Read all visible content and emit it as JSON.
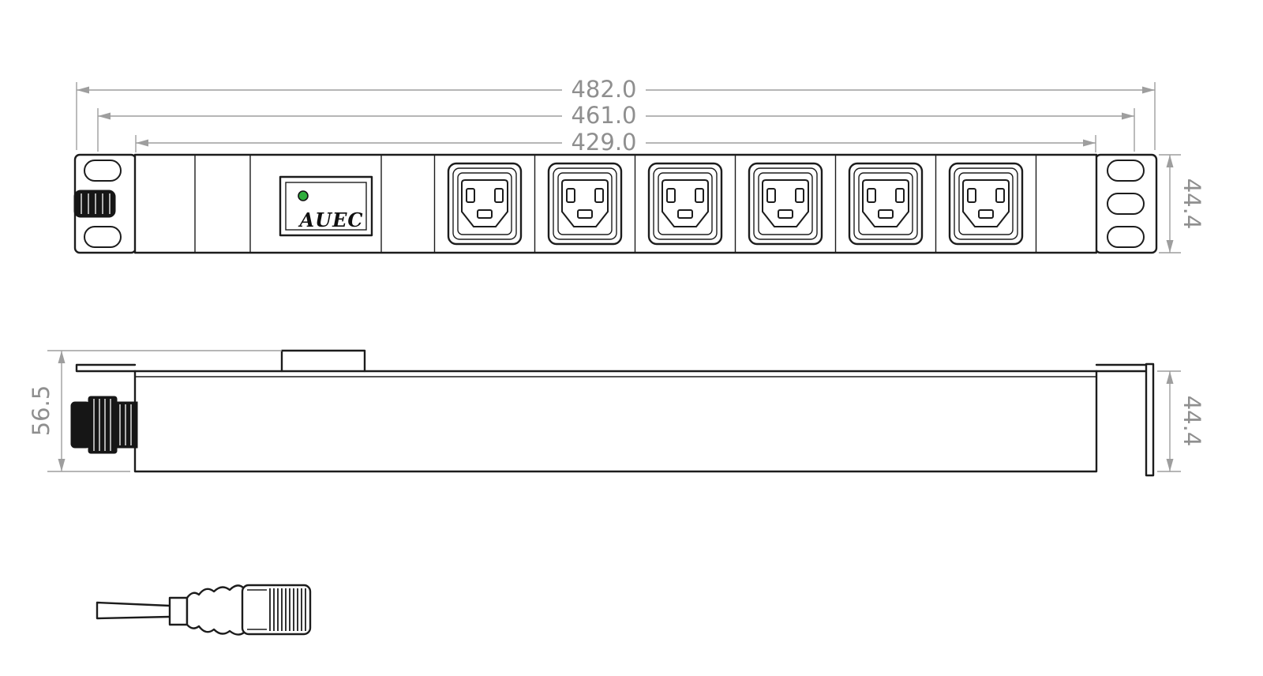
{
  "drawing": {
    "front_view": {
      "brand_label": "AUEC",
      "outlet_type": "IEC C13 socket",
      "outlet_count": 6,
      "dimensions": {
        "overall_width": "482.0",
        "mounting_pitch": "461.0",
        "body_width": "429.0",
        "height": "44.4"
      }
    },
    "side_view": {
      "dimensions": {
        "overall_height": "56.5",
        "bracket_height": "44.4"
      }
    },
    "colors": {
      "line": "#1c1c1c",
      "dimension": "#9e9e9e",
      "dimension_text": "#8f8f8f",
      "led_green": "#2fae3c",
      "background": "#ffffff"
    }
  }
}
